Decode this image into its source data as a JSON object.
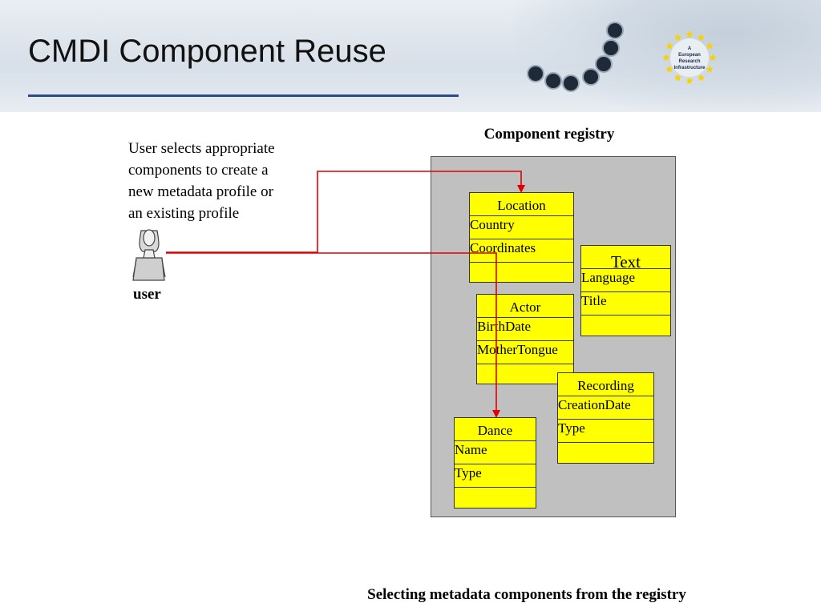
{
  "slide": {
    "title": "CMDI Component Reuse",
    "caption": "Selecting metadata components from the registry"
  },
  "logo": {
    "lines": [
      "A",
      "European",
      "Research",
      "Infrastructure"
    ],
    "star_color": "#f5d300"
  },
  "left": {
    "description_lines": [
      "User selects appropriate",
      "components to create a",
      "new metadata profile  or",
      "an existing profile"
    ],
    "user_label": "user"
  },
  "registry": {
    "title": "Component registry",
    "components": [
      {
        "name": "Location",
        "fields": [
          "Country",
          "Coordinates",
          ""
        ]
      },
      {
        "name": "Text",
        "fields": [
          "Language",
          "Title",
          ""
        ]
      },
      {
        "name": "Actor",
        "fields": [
          "BirthDate",
          "MotherTongue",
          ""
        ]
      },
      {
        "name": "Recording",
        "fields": [
          "CreationDate",
          "Type",
          ""
        ]
      },
      {
        "name": "Dance",
        "fields": [
          "Name",
          "Type",
          ""
        ]
      }
    ]
  },
  "colors": {
    "component_fill": "#ffff00",
    "panel_fill": "#c0c0c0",
    "arrow": "#e00000",
    "title_rule": "#2b4a86"
  }
}
